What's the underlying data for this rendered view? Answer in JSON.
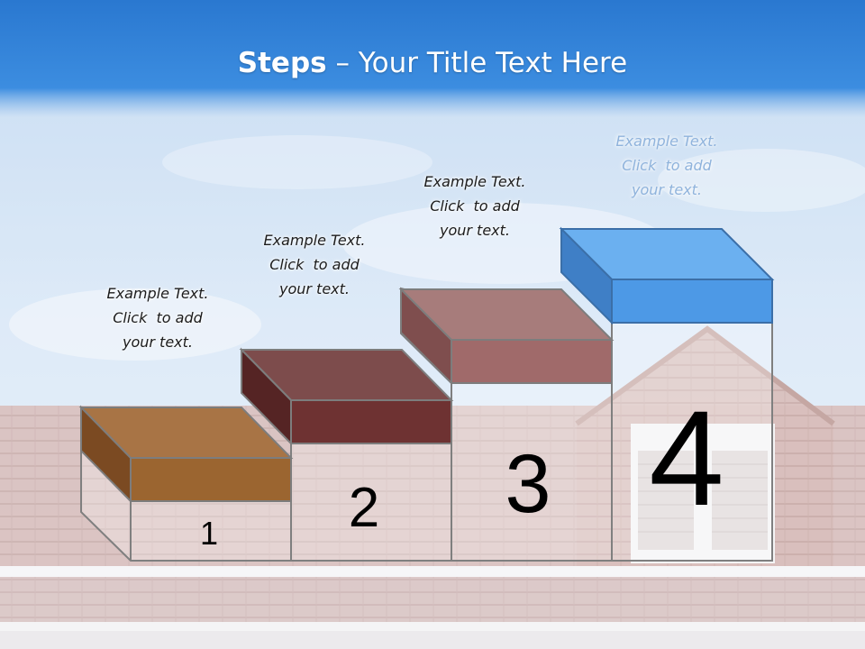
{
  "slide": {
    "title_bold": "Steps",
    "title_rest": " – Your Title Text Here"
  },
  "steps": [
    {
      "number": "1",
      "lines": [
        "Example Text.",
        "Click  to add",
        "your text."
      ],
      "color": "#9b6530"
    },
    {
      "number": "2",
      "lines": [
        "Example Text.",
        "Click  to add",
        "your text."
      ],
      "color": "#6e3232"
    },
    {
      "number": "3",
      "lines": [
        "Example Text.",
        "Click  to add",
        "your text."
      ],
      "color": "#a06a6a"
    },
    {
      "number": "4",
      "lines": [
        "Example Text.",
        "Click  to add",
        "your text."
      ],
      "color": "#4d99e6"
    }
  ],
  "colors": {
    "title_bar": "#2d7fd3",
    "sky": "#cfe1f5",
    "roof": "#c4a3a1"
  }
}
